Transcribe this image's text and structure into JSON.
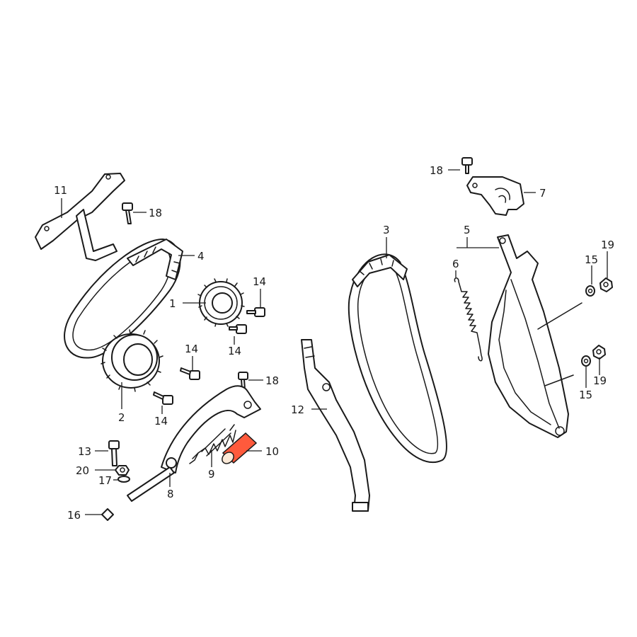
{
  "highlight_color": "#ff5a3c",
  "ink_color": "#1a1a1a",
  "callouts": {
    "c1": "1",
    "c2": "2",
    "c3": "3",
    "c4": "4",
    "c5": "5",
    "c6": "6",
    "c7": "7",
    "c8": "8",
    "c9": "9",
    "c10": "10",
    "c11": "11",
    "c12": "12",
    "c13": "13",
    "c14a": "14",
    "c14b": "14",
    "c14c": "14",
    "c14d": "14",
    "c15a": "15",
    "c15b": "15",
    "c16": "16",
    "c17": "17",
    "c18a": "18",
    "c18b": "18",
    "c18c": "18",
    "c19a": "19",
    "c19b": "19",
    "c20": "20"
  },
  "highlighted_part": "10"
}
